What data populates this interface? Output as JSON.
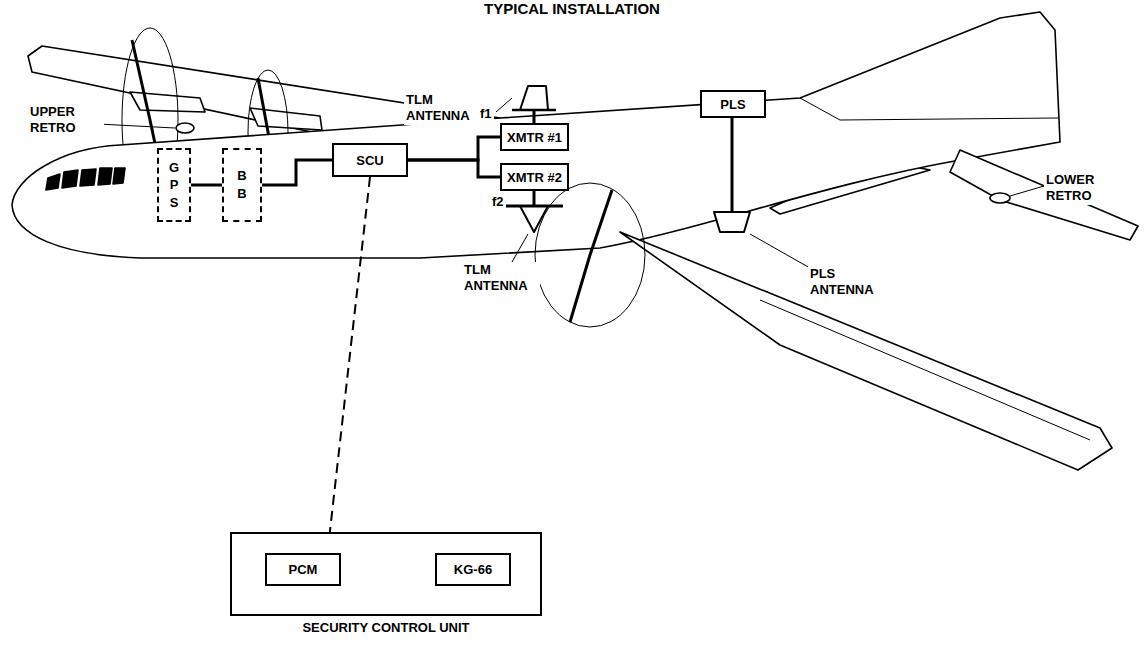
{
  "diagram": {
    "title": "TYPICAL INSTALLATION",
    "nodes": [
      {
        "text": [
          "GPS"
        ]
      },
      {
        "text": [
          "BB"
        ]
      },
      {
        "text": [
          "SCU"
        ]
      },
      {
        "text": [
          "XMTR #1"
        ]
      },
      {
        "text": [
          "XMTR #2"
        ]
      },
      {
        "text": [
          "PLS"
        ]
      },
      {
        "text": [
          "SECURITY CONTROL UNIT"
        ]
      },
      {
        "text": [
          "PCM"
        ],
        "in": 6
      },
      {
        "text": [
          "KG-66"
        ],
        "in": 6
      }
    ],
    "edges": [
      {
        "from": 0,
        "to": 1,
        "arrow": "none"
      },
      {
        "from": 1,
        "to": 2,
        "arrow": "none"
      },
      {
        "from": 2,
        "to": 3,
        "arrow": "none"
      },
      {
        "from": 2,
        "to": 4,
        "arrow": "none"
      },
      {
        "from": 2,
        "to": 6,
        "arrow": "none"
      },
      {
        "from": 7,
        "to": 8,
        "arrow": "none"
      }
    ],
    "labels": [
      "TLM ANTENNA",
      "f1",
      "UPPER RETRO",
      "f2",
      "TLM ANTENNA",
      "PLS ANTENNA",
      "LOWER RETRO"
    ]
  }
}
